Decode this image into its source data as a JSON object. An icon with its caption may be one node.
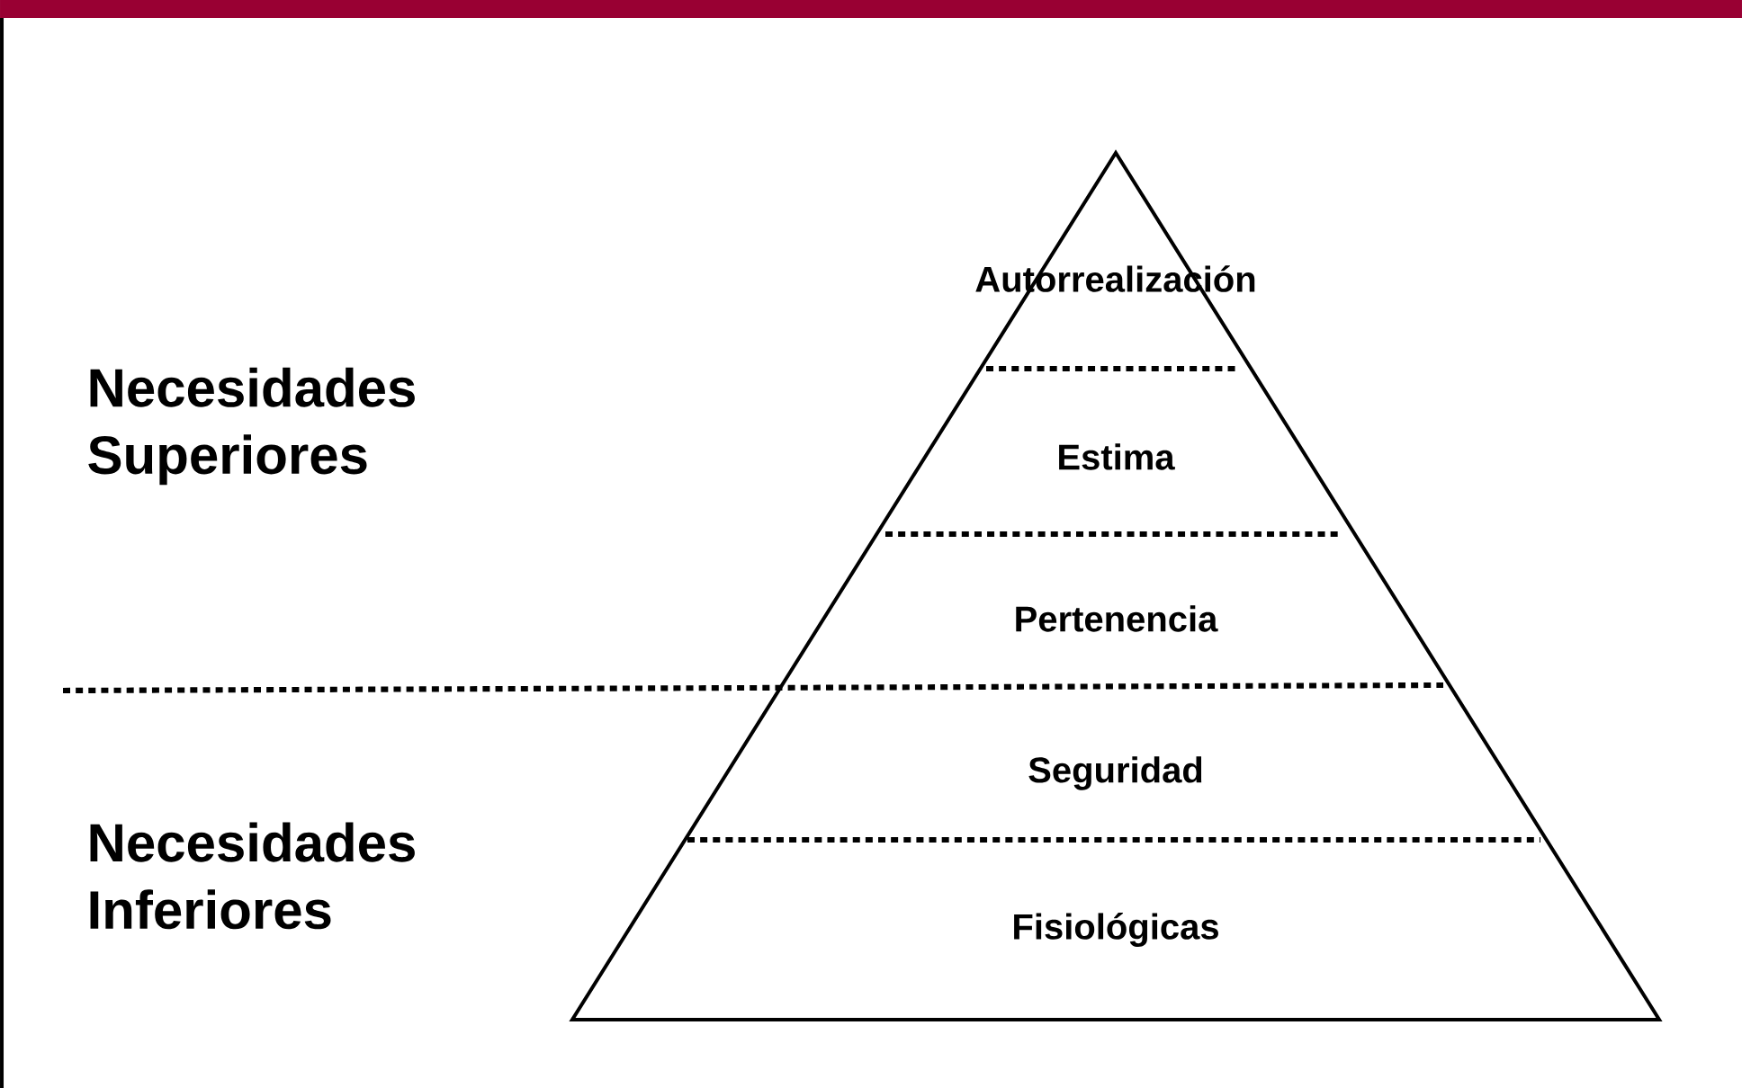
{
  "diagram": {
    "labels": [
      "Autorrealización",
      "Necesidades Superiores",
      "Estima",
      "Pertenencia",
      "Seguridad",
      "Necesidades Inferiores",
      "Fisiológicas"
    ]
  }
}
